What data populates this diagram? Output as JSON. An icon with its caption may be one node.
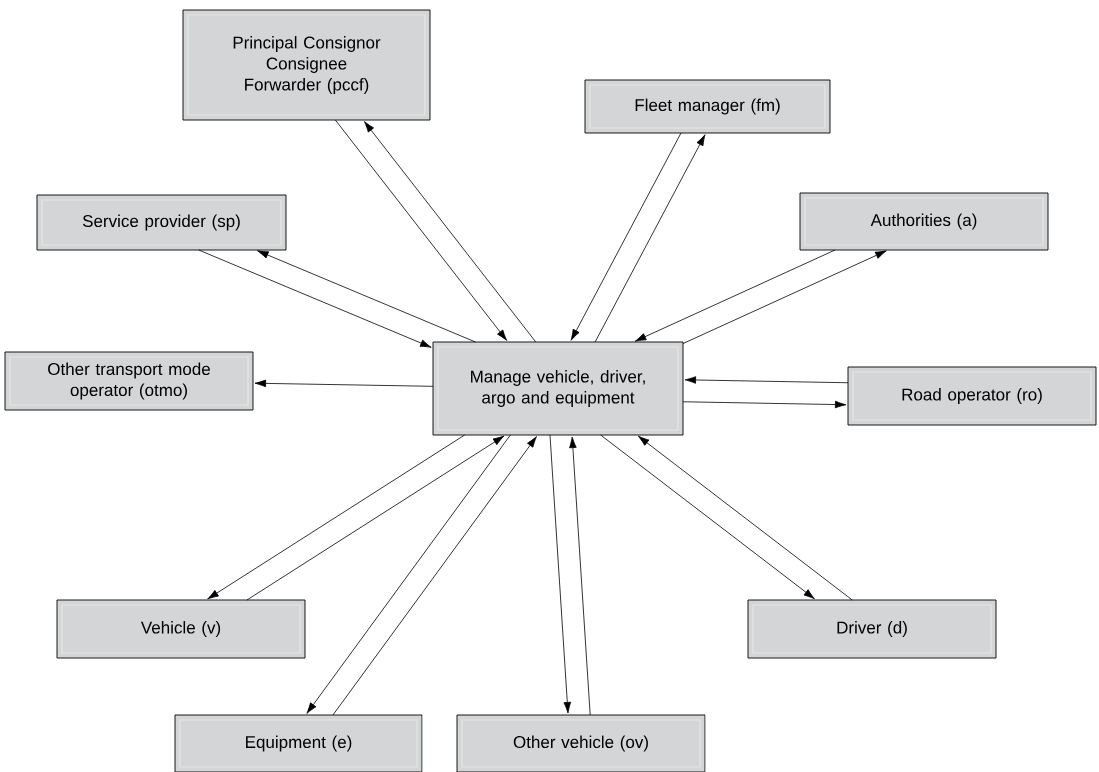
{
  "diagram": {
    "nodes": [
      {
        "text": [
          "Principal Consignor Consignee Forwarder (pccf)"
        ]
      },
      {
        "text": [
          "Fleet manager (fm)"
        ]
      },
      {
        "text": [
          "Service provider (sp)"
        ]
      },
      {
        "text": [
          "Authorities (a)"
        ]
      },
      {
        "text": [
          "Manage vehicle, driver, argo and equipment"
        ]
      },
      {
        "text": [
          "Other transport mode operator (otmo)"
        ]
      },
      {
        "text": [
          "Road operator (ro)"
        ]
      },
      {
        "text": [
          "Vehicle (v)"
        ]
      },
      {
        "text": [
          "Driver (d)"
        ]
      },
      {
        "text": [
          "Equipment (e)"
        ]
      },
      {
        "text": [
          "Other vehicle (ov)"
        ]
      }
    ],
    "edges": [
      {
        "from": 4,
        "to": 0,
        "arrow": "to"
      },
      {
        "from": 0,
        "to": 4,
        "arrow": "to"
      },
      {
        "from": 4,
        "to": 1,
        "arrow": "to"
      },
      {
        "from": 1,
        "to": 4,
        "arrow": "to"
      },
      {
        "from": 4,
        "to": 2,
        "arrow": "to"
      },
      {
        "from": 2,
        "to": 4,
        "arrow": "to"
      },
      {
        "from": 4,
        "to": 3,
        "arrow": "to"
      },
      {
        "from": 3,
        "to": 4,
        "arrow": "to"
      },
      {
        "from": 4,
        "to": 5,
        "arrow": "to"
      },
      {
        "from": 4,
        "to": 6,
        "arrow": "to"
      },
      {
        "from": 6,
        "to": 4,
        "arrow": "to"
      },
      {
        "from": 4,
        "to": 7,
        "arrow": "to"
      },
      {
        "from": 7,
        "to": 4,
        "arrow": "to"
      },
      {
        "from": 4,
        "to": 8,
        "arrow": "to"
      },
      {
        "from": 8,
        "to": 4,
        "arrow": "to"
      },
      {
        "from": 4,
        "to": 9,
        "arrow": "to"
      },
      {
        "from": 9,
        "to": 4,
        "arrow": "to"
      },
      {
        "from": 4,
        "to": 10,
        "arrow": "to"
      },
      {
        "from": 10,
        "to": 4,
        "arrow": "to"
      }
    ]
  }
}
